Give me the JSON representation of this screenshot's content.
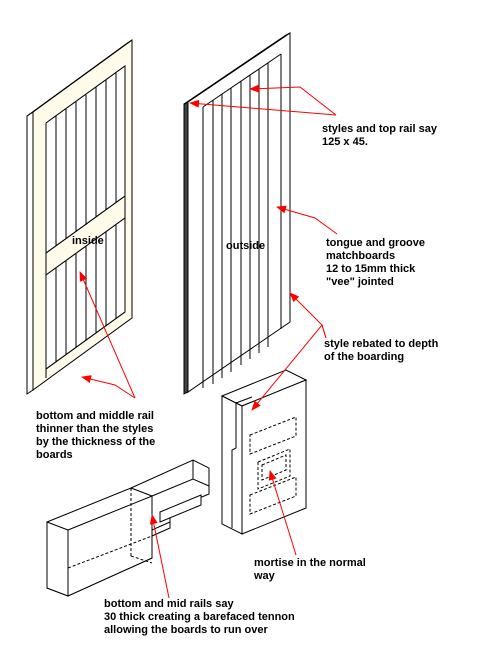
{
  "labels": {
    "inside": "inside",
    "outside": "outside",
    "styles_top_rail": [
      "styles and top rail say",
      "125 x 45."
    ],
    "tongue_groove": [
      "tongue and groove",
      "matchboards",
      "12 to 15mm thick",
      "\"vee\" jointed"
    ],
    "style_rebated": [
      "style rebated to depth",
      "of the boarding"
    ],
    "bottom_middle_rail": [
      "bottom and middle rail",
      "thinner than the styles",
      "by the thickness of the",
      "boards"
    ],
    "mortise": [
      "mortise in the normal",
      "way"
    ],
    "bottom_mid_rails_say": [
      "bottom and mid rails say",
      "30 thick  creating a barefaced tennon",
      "allowing the boards to run over"
    ]
  },
  "colors": {
    "line": "#000000",
    "arrow": "#ff0000",
    "inside_fill": "#fffbeb",
    "edge_fill": "#404040"
  }
}
